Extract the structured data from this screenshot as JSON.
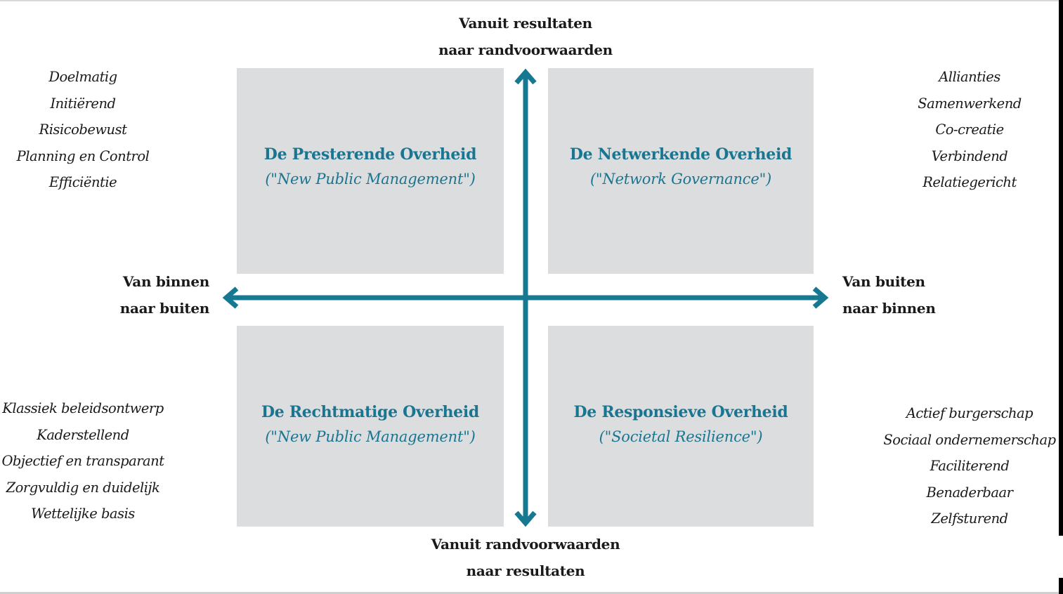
{
  "axes": {
    "top": [
      "Vanuit resultaten",
      "naar randvoorwaarden"
    ],
    "bottom": [
      "Vanuit randvoorwaarden",
      "naar resultaten"
    ],
    "left": [
      "Van binnen",
      "naar buiten"
    ],
    "right": [
      "Van buiten",
      "naar binnen"
    ],
    "color": "#167891"
  },
  "quadrants": {
    "top_left": {
      "title": "De Presterende Overheid",
      "subtitle": "(\"New Public Management\")"
    },
    "top_right": {
      "title": "De Netwerkende Overheid",
      "subtitle": "(\"Network Governance\")"
    },
    "bottom_left": {
      "title": "De Rechtmatige Overheid",
      "subtitle": "(\"New Public Management\")"
    },
    "bottom_right": {
      "title": "De Responsieve Overheid",
      "subtitle": "(\"Societal Resilience\")"
    },
    "fill": "#dcdddf",
    "text_color": "#1a7590"
  },
  "lists": {
    "top_left": [
      "Doelmatig",
      "Initiërend",
      "Risicobewust",
      "Planning en Control",
      "Efficiëntie"
    ],
    "top_right": [
      "Allianties",
      "Samenwerkend",
      "Co-creatie",
      "Verbindend",
      "Relatiegericht"
    ],
    "bottom_left": [
      "Klassiek beleidsontwerp",
      "Kaderstellend",
      "Objectief en transparant",
      "Zorgvuldig en duidelijk",
      "Wettelijke basis"
    ],
    "bottom_right": [
      "Actief burgerschap",
      "Sociaal ondernemerschap",
      "Faciliterend",
      "Benaderbaar",
      "Zelfsturend"
    ]
  }
}
